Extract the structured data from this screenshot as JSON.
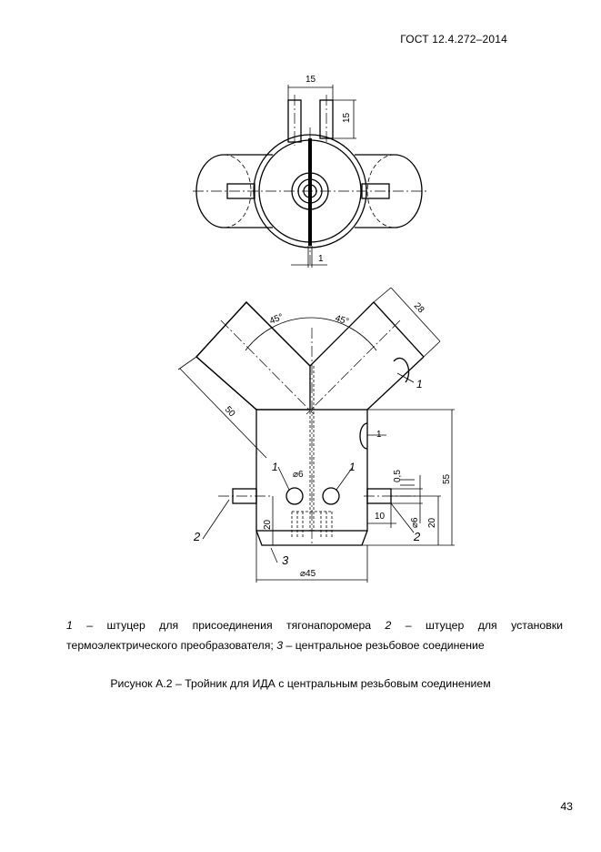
{
  "header": {
    "standard": "ГОСТ 12.4.272–2014"
  },
  "drawing": {
    "top_view": {
      "dim_spacing": "15",
      "dim_height": "15",
      "dim_slot": "1"
    },
    "front_view": {
      "angle_left": "45°",
      "angle_right": "45°",
      "dim_branch_width": "28",
      "dim_branch_length": "50",
      "dim_gap": "1",
      "dim_height": "55",
      "dim_hole": "⌀6",
      "dim_step": "0,5",
      "dim_fitting_length": "10",
      "dim_fitting_dia": "⌀6",
      "dim_fitting_height": "20",
      "dim_hole_height": "20",
      "dim_body_dia": "⌀45",
      "callouts": [
        "1",
        "1",
        "1",
        "2",
        "2",
        "3"
      ]
    }
  },
  "caption": {
    "item1_num": "1",
    "item1_text": " – штуцер для присоединения тягонапоромера ",
    "item2_num": "2",
    "item2_text": " – штуцер для установки",
    "item2_cont": "термоэлектрического преобразователя; ",
    "item3_num": "3",
    "item3_text": " – центральное резьбовое соединение"
  },
  "figure_title": "Рисунок А.2 – Тройник для ИДА с центральным резьбовым соединением",
  "page_number": "43"
}
